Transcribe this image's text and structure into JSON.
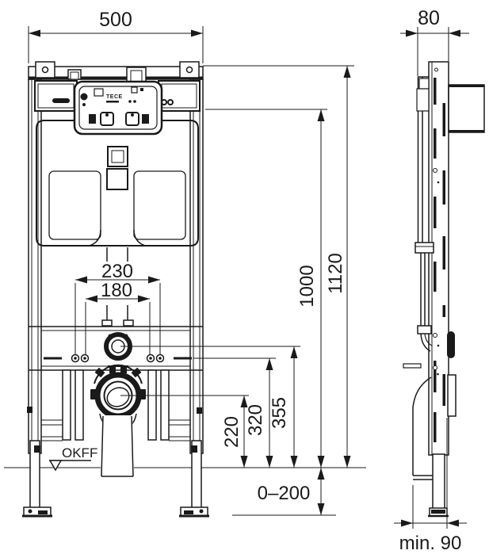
{
  "drawing": {
    "front": {
      "width": "500",
      "bolt_spacing_outer": "230",
      "bolt_spacing_inner": "180",
      "total_height": "1120",
      "panel_height": "1000",
      "supply_height": "355",
      "bolt_height": "320",
      "outlet_height": "220",
      "foot_adjust_range": "0–200",
      "floor_label": "OKFF",
      "brand": "TECE"
    },
    "side": {
      "depth": "80",
      "min_clearance": "min. 90"
    },
    "colors": {
      "ink": "#1a1a1a",
      "background": "#ffffff"
    }
  }
}
